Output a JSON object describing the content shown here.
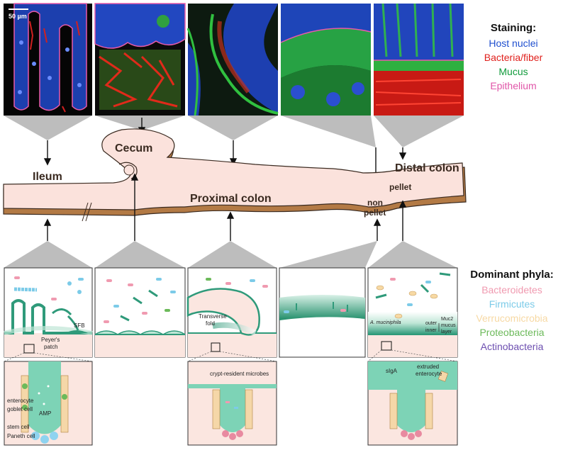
{
  "micrographs": {
    "scale_bar": "50 µm"
  },
  "regions": {
    "ileum": "Ileum",
    "cecum": "Cecum",
    "proximal_colon": "Proximal colon",
    "distal_colon": "Distal colon",
    "pellet": "pellet",
    "non_pellet_1": "non",
    "non_pellet_2": "pellet"
  },
  "staining_legend": {
    "title": "Staining:",
    "items": [
      {
        "label": "Host nuclei",
        "color": "#1f4fcf"
      },
      {
        "label": "Bacteria/fiber",
        "color": "#e0201c"
      },
      {
        "label": "Mucus",
        "color": "#0f9a3a"
      },
      {
        "label": "Epithelium",
        "color": "#e055a8"
      }
    ]
  },
  "phyla_legend": {
    "title": "Dominant phyla:",
    "items": [
      {
        "label": "Bacteroidetes",
        "color": "#f09ab0"
      },
      {
        "label": "Firmicutes",
        "color": "#7ccbe8"
      },
      {
        "label": "Verrucomicrobia",
        "color": "#f7d9a4"
      },
      {
        "label": "Proteobacteria",
        "color": "#6cba5a"
      },
      {
        "label": "Actinobacteria",
        "color": "#6d4fb0"
      }
    ]
  },
  "panel_labels": {
    "sfb": "SFB",
    "peyers_1": "Peyer's",
    "peyers_2": "patch",
    "transverse_1": "Transverse",
    "transverse_2": "fold",
    "a_muciniphila": "A. muciniphila",
    "outer": "outer",
    "inner": "inner",
    "muc2_1": "Muc2",
    "muc2_2": "mucus",
    "muc2_3": "layer"
  },
  "inset_labels": {
    "enterocyte": "enterocyte",
    "goblet_cell": "goblet cell",
    "amp": "AMP",
    "stem_cell": "stem cell",
    "paneth_cell": "Paneth cell",
    "crypt_resident": "crypt-resident microbes",
    "siga": "sIgA",
    "extruded_1": "extruded",
    "extruded_2": "enterocyte"
  }
}
